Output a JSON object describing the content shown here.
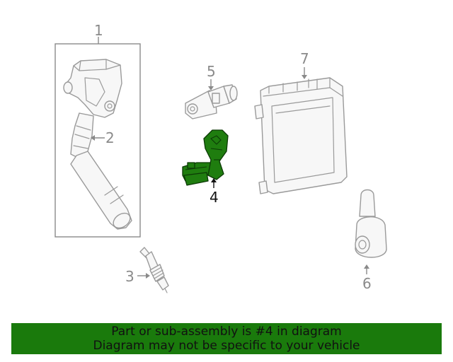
{
  "callouts": {
    "c1": "1",
    "c2": "2",
    "c3": "3",
    "c4": "4",
    "c5": "5",
    "c6": "6",
    "c7": "7"
  },
  "highlighted_callout": "4",
  "colors": {
    "highlight_part": "#1f7d0f",
    "banner_background": "#1a7a0c",
    "line_art": "#9a9a9a"
  },
  "banner": {
    "line1": "Part or sub-assembly is #4 in diagram",
    "line2": "Diagram may not be specific to your vehicle"
  }
}
